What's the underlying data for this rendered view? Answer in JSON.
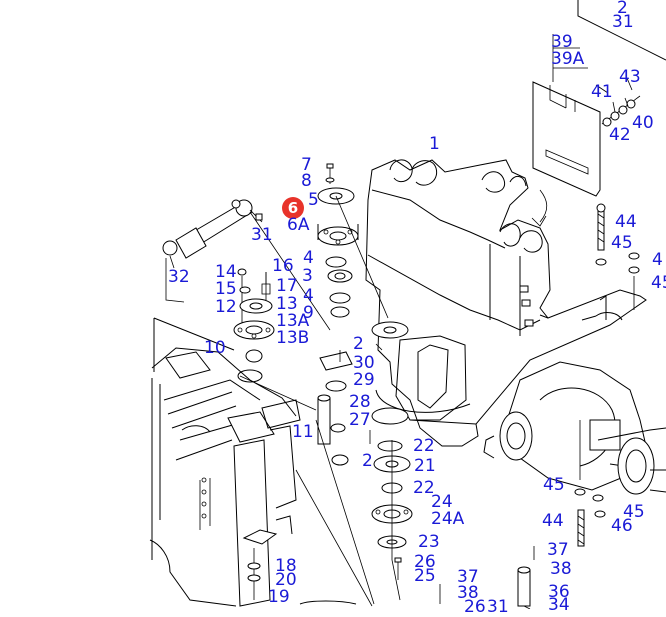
{
  "highlighted_part": "6",
  "labels": {
    "l1": "1",
    "l2a": "2",
    "l2b": "2",
    "l2c": "2",
    "l3": "3",
    "l4a": "4",
    "l4b": "4",
    "l5": "5",
    "l6a": "6A",
    "l7": "7",
    "l8": "8",
    "l9": "9",
    "l10": "10",
    "l11": "11",
    "l12": "12",
    "l13": "13",
    "l13a": "13A",
    "l13b": "13B",
    "l14": "14",
    "l15": "15",
    "l16": "16",
    "l17": "17",
    "l18": "18",
    "l19": "19",
    "l20": "20",
    "l21": "21",
    "l22a": "22",
    "l22b": "22",
    "l23": "23",
    "l24": "24",
    "l24a": "24A",
    "l25": "25",
    "l26a": "26",
    "l26b": "26",
    "l27": "27",
    "l28": "28",
    "l29": "29",
    "l30": "30",
    "l31a": "31",
    "l31b": "31",
    "l31c": "31",
    "l32": "32",
    "l34": "34",
    "l36": "36",
    "l37a": "37",
    "l37b": "37",
    "l38a": "38",
    "l38b": "38",
    "l39": "39",
    "l39a": "39A",
    "l40": "40",
    "l41": "41",
    "l42": "42",
    "l43": "43",
    "l44a": "44",
    "l44b": "44",
    "l45a": "45",
    "l45b": "45",
    "l45c": "45",
    "l46": "46",
    "l4c": "4"
  },
  "colors": {
    "label": "#1a1ad6",
    "highlight": "#e8332a",
    "line": "#000000"
  }
}
